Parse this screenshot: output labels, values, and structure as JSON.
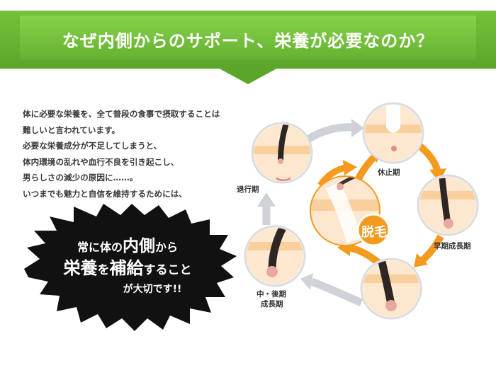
{
  "header": {
    "title": "なぜ内側からのサポート、栄養が必要なのか？"
  },
  "intro": {
    "lines": [
      "体に必要な栄養を、全て普段の食事で摂取することは",
      "難しいと言われています。",
      "必要な栄養成分が不足してしまうと、",
      "体内環境の乱れや血行不良を引き起こし、",
      "男らしさの減少の原因に……。",
      "いつまでも魅力と自信を維持するためには、"
    ]
  },
  "callout": {
    "line1_a": "常に体の",
    "line1_b": "内側",
    "line1_c": "から",
    "line2_a": "栄養",
    "line2_b": "を",
    "line2_c": "補給",
    "line2_d": "すること",
    "line3": "が大切です!!",
    "color": "#111111"
  },
  "diagram": {
    "center_label": "脱毛",
    "stages": {
      "resting": "休止期",
      "early_growth": "早期成長期",
      "mid_late_growth_1": "中・後期",
      "mid_late_growth_2": "成長期",
      "regression": "退行期"
    },
    "colors": {
      "orange": "#f39a1f",
      "gray_arrow": "#cfd2d6",
      "skin_light": "#fde8cf",
      "skin_band": "#f9cf9d"
    }
  },
  "colors": {
    "banner_green": "#66b232"
  }
}
